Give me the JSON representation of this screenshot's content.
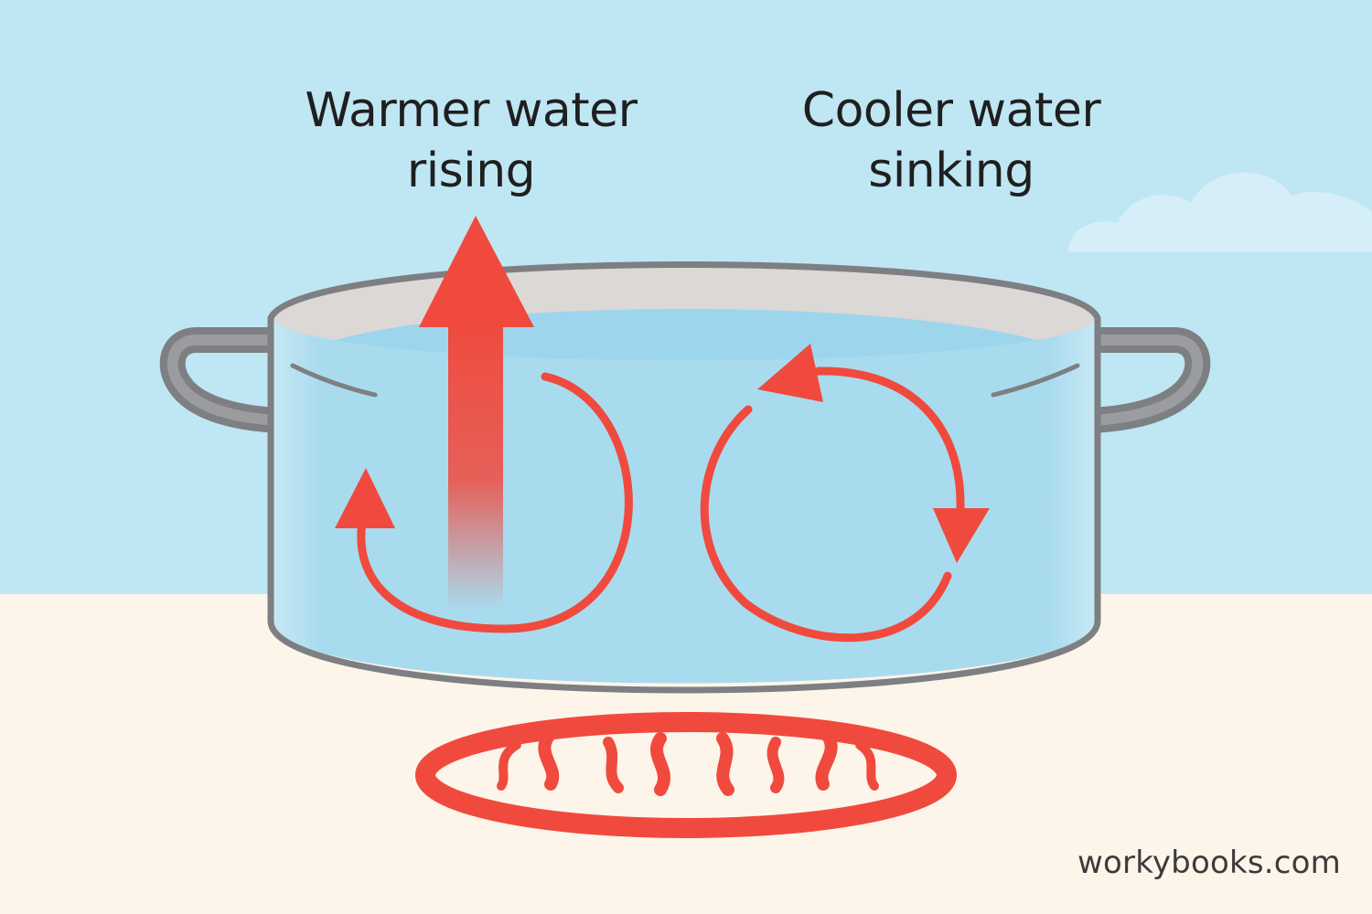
{
  "labels": {
    "warm_line1": "Warmer water",
    "warm_line2": "rising",
    "cool_line1": "Cooler water",
    "cool_line2": "sinking"
  },
  "watermark": "workybooks.com",
  "colors": {
    "sky": "#bfe6f3",
    "floor": "#fdf5ea",
    "water": "#9dd6ec",
    "pot_rim_inner": "#dcd8d6",
    "pot_outline": "#7d7f82",
    "convection_arrow": "#f04a3e",
    "burner": "#f04a3e",
    "cloud": "#d5eef7"
  },
  "icons": [
    "cloud-icon",
    "pot-icon",
    "burner-flame-icon",
    "circular-arrow-icon",
    "up-arrow-icon"
  ]
}
